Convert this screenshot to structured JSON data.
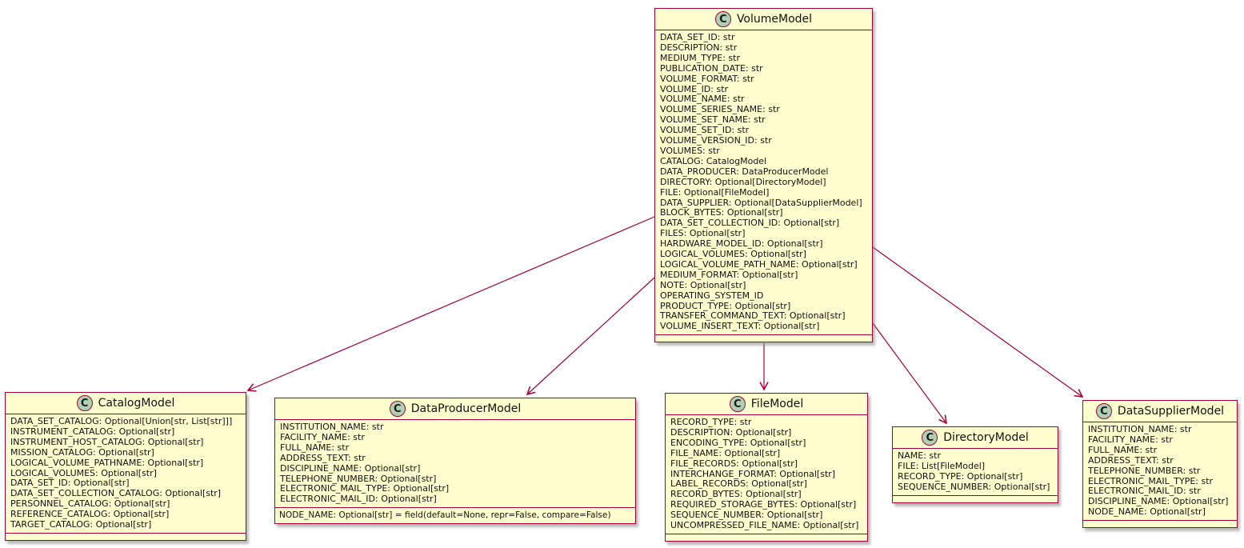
{
  "diagram_type": "uml-class-diagram",
  "colors": {
    "background": "#FFFFFF",
    "box_fill": "#FEFECE",
    "border": "#A80036",
    "icon_fill": "#ADD1B2",
    "edge": "#A80036"
  },
  "classes": [
    {
      "name": "VolumeModel",
      "icon_letter": "C",
      "attributes": [
        "DATA_SET_ID: str",
        "DESCRIPTION: str",
        "MEDIUM_TYPE: str",
        "PUBLICATION_DATE: str",
        "VOLUME_FORMAT: str",
        "VOLUME_ID: str",
        "VOLUME_NAME: str",
        "VOLUME_SERIES_NAME: str",
        "VOLUME_SET_NAME: str",
        "VOLUME_SET_ID: str",
        "VOLUME_VERSION_ID: str",
        "VOLUMES: str",
        "CATALOG: CatalogModel",
        "DATA_PRODUCER: DataProducerModel",
        "DIRECTORY: Optional[DirectoryModel]",
        "FILE: Optional[FileModel]",
        "DATA_SUPPLIER: Optional[DataSupplierModel]",
        "BLOCK_BYTES: Optional[str]",
        "DATA_SET_COLLECTION_ID: Optional[str]",
        "FILES: Optional[str]",
        "HARDWARE_MODEL_ID: Optional[str]",
        "LOGICAL_VOLUMES: Optional[str]",
        "LOGICAL_VOLUME_PATH_NAME: Optional[str]",
        "MEDIUM_FORMAT: Optional[str]",
        "NOTE: Optional[str]",
        "OPERATING_SYSTEM_ID",
        "PRODUCT_TYPE: Optional[str]",
        "TRANSFER_COMMAND_TEXT: Optional[str]",
        "VOLUME_INSERT_TEXT: Optional[str]"
      ]
    },
    {
      "name": "CatalogModel",
      "icon_letter": "C",
      "attributes": [
        "DATA_SET_CATALOG: Optional[Union[str, List[str]]]",
        "INSTRUMENT_CATALOG: Optional[str]",
        "INSTRUMENT_HOST_CATALOG: Optional[str]",
        "MISSION_CATALOG: Optional[str]",
        "LOGICAL_VOLUME_PATHNAME: Optional[str]",
        "LOGICAL_VOLUMES: Optional[str]",
        "DATA_SET_ID: Optional[str]",
        "DATA_SET_COLLECTION_CATALOG: Optional[str]",
        "PERSONNEL_CATALOG: Optional[str]",
        "REFERENCE_CATALOG: Optional[str]",
        "TARGET_CATALOG: Optional[str]"
      ]
    },
    {
      "name": "DataProducerModel",
      "icon_letter": "C",
      "attributes": [
        "INSTITUTION_NAME: str",
        "FACILITY_NAME: str",
        "FULL_NAME: str",
        "ADDRESS_TEXT: str",
        "DISCIPLINE_NAME: Optional[str]",
        "TELEPHONE_NUMBER: Optional[str]",
        "ELECTRONIC_MAIL_TYPE: Optional[str]",
        "ELECTRONIC_MAIL_ID: Optional[str]"
      ],
      "fields_compartment": [
        "NODE_NAME: Optional[str] = field(default=None, repr=False, compare=False)"
      ]
    },
    {
      "name": "FileModel",
      "icon_letter": "C",
      "attributes": [
        "RECORD_TYPE: str",
        "DESCRIPTION: Optional[str]",
        "ENCODING_TYPE: Optional[str]",
        "FILE_NAME: Optional[str]",
        "FILE_RECORDS: Optional[str]",
        "INTERCHANGE_FORMAT: Optional[str]",
        "LABEL_RECORDS: Optional[str]",
        "RECORD_BYTES: Optional[str]",
        "REQUIRED_STORAGE_BYTES: Optional[str]",
        "SEQUENCE_NUMBER: Optional[str]",
        "UNCOMPRESSED_FILE_NAME: Optional[str]"
      ]
    },
    {
      "name": "DirectoryModel",
      "icon_letter": "C",
      "attributes": [
        "NAME: str",
        "FILE: List[FileModel]",
        "RECORD_TYPE: Optional[str]",
        "SEQUENCE_NUMBER: Optional[str]"
      ]
    },
    {
      "name": "DataSupplierModel",
      "icon_letter": "C",
      "attributes": [
        "INSTITUTION_NAME: str",
        "FACILITY_NAME: str",
        "FULL_NAME: str",
        "ADDRESS_TEXT: str",
        "TELEPHONE_NUMBER: str",
        "ELECTRONIC_MAIL_TYPE: str",
        "ELECTRONIC_MAIL_ID: str",
        "DISCIPLINE_NAME: Optional[str]",
        "NODE_NAME: Optional[str]"
      ]
    }
  ],
  "edges": [
    {
      "from": "VolumeModel",
      "to": "CatalogModel"
    },
    {
      "from": "VolumeModel",
      "to": "DataProducerModel"
    },
    {
      "from": "VolumeModel",
      "to": "FileModel"
    },
    {
      "from": "VolumeModel",
      "to": "DirectoryModel"
    },
    {
      "from": "VolumeModel",
      "to": "DataSupplierModel"
    }
  ]
}
